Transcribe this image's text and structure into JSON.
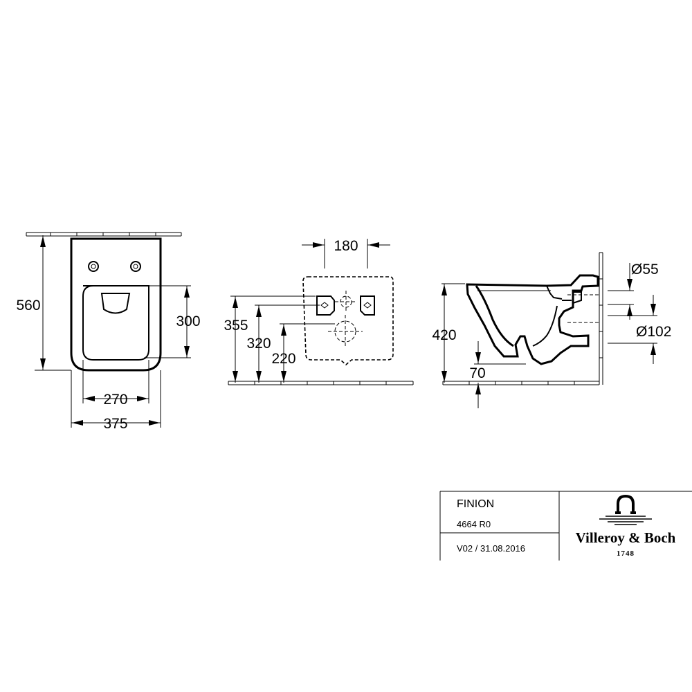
{
  "dimensions": {
    "front_height": "560",
    "front_inner_width": "270",
    "front_outer_width": "375",
    "front_inner_height": "300",
    "rear_bolt_spacing": "180",
    "rear_height_355": "355",
    "rear_height_320": "320",
    "rear_height_220": "220",
    "side_height": "420",
    "side_drain_height": "70",
    "side_inlet_diameter": "Ø55",
    "side_outlet_diameter": "Ø102"
  },
  "title_block": {
    "product_name": "FINION",
    "article_number": "4664 R0",
    "version_date": "V02 / 31.08.2016"
  },
  "logo": {
    "brand": "Villeroy & Boch",
    "year": "1748"
  }
}
